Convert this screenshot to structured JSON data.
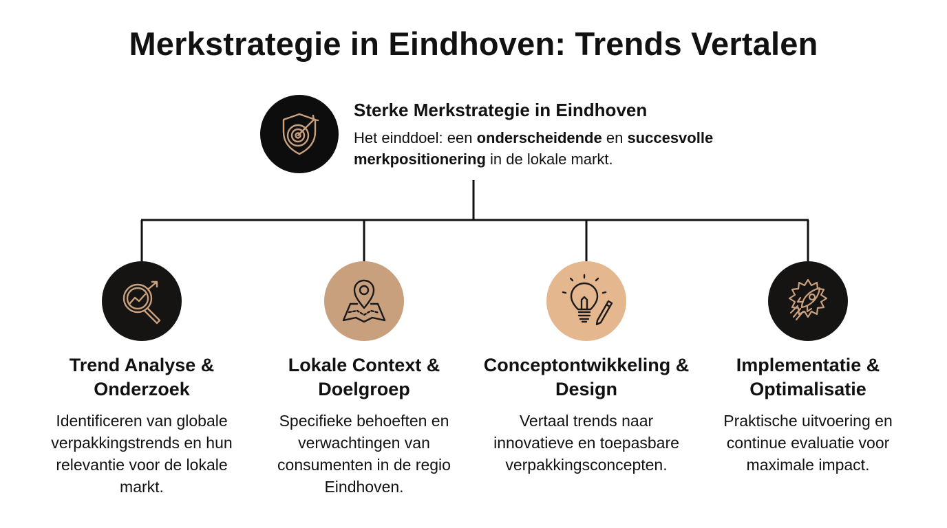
{
  "title": "Merkstrategie in Eindhoven: Trends Vertalen",
  "goal": {
    "heading": "Sterke Merkstrategie in Eindhoven",
    "desc_parts": [
      {
        "text": "Het einddoel: een ",
        "bold": false
      },
      {
        "text": "onderscheidende",
        "bold": true
      },
      {
        "text": " en ",
        "bold": false
      },
      {
        "text": "succesvolle merkpositionering",
        "bold": true
      },
      {
        "text": " in de lokale markt.",
        "bold": false
      }
    ],
    "icon": "shield-target-icon"
  },
  "steps": [
    {
      "title": "Trend Analyse & Onderzoek",
      "desc": "Identificeren van globale verpakkingstrends en hun relevantie voor de lokale markt.",
      "icon": "magnifier-trend-icon",
      "circle_color": "#151412"
    },
    {
      "title": "Lokale Context & Doelgroep",
      "desc": "Specifieke behoeften en verwachtingen van consumenten in de regio Eindhoven.",
      "icon": "map-pin-icon",
      "circle_color": "#c9a07e"
    },
    {
      "title": "Conceptontwikkeling & Design",
      "desc": "Vertaal trends naar innovatieve en toepasbare verpakkingsconcepten.",
      "icon": "lightbulb-pencil-icon",
      "circle_color": "#e5b78f"
    },
    {
      "title": "Implementatie & Optimalisatie",
      "desc": "Praktische uitvoering en continue evaluatie voor maximale impact.",
      "icon": "rocket-gear-icon",
      "circle_color": "#151412"
    }
  ],
  "colors": {
    "icon_accent": "#c9a07e",
    "icon_dark": "#1a1a1a",
    "line": "#111111"
  }
}
